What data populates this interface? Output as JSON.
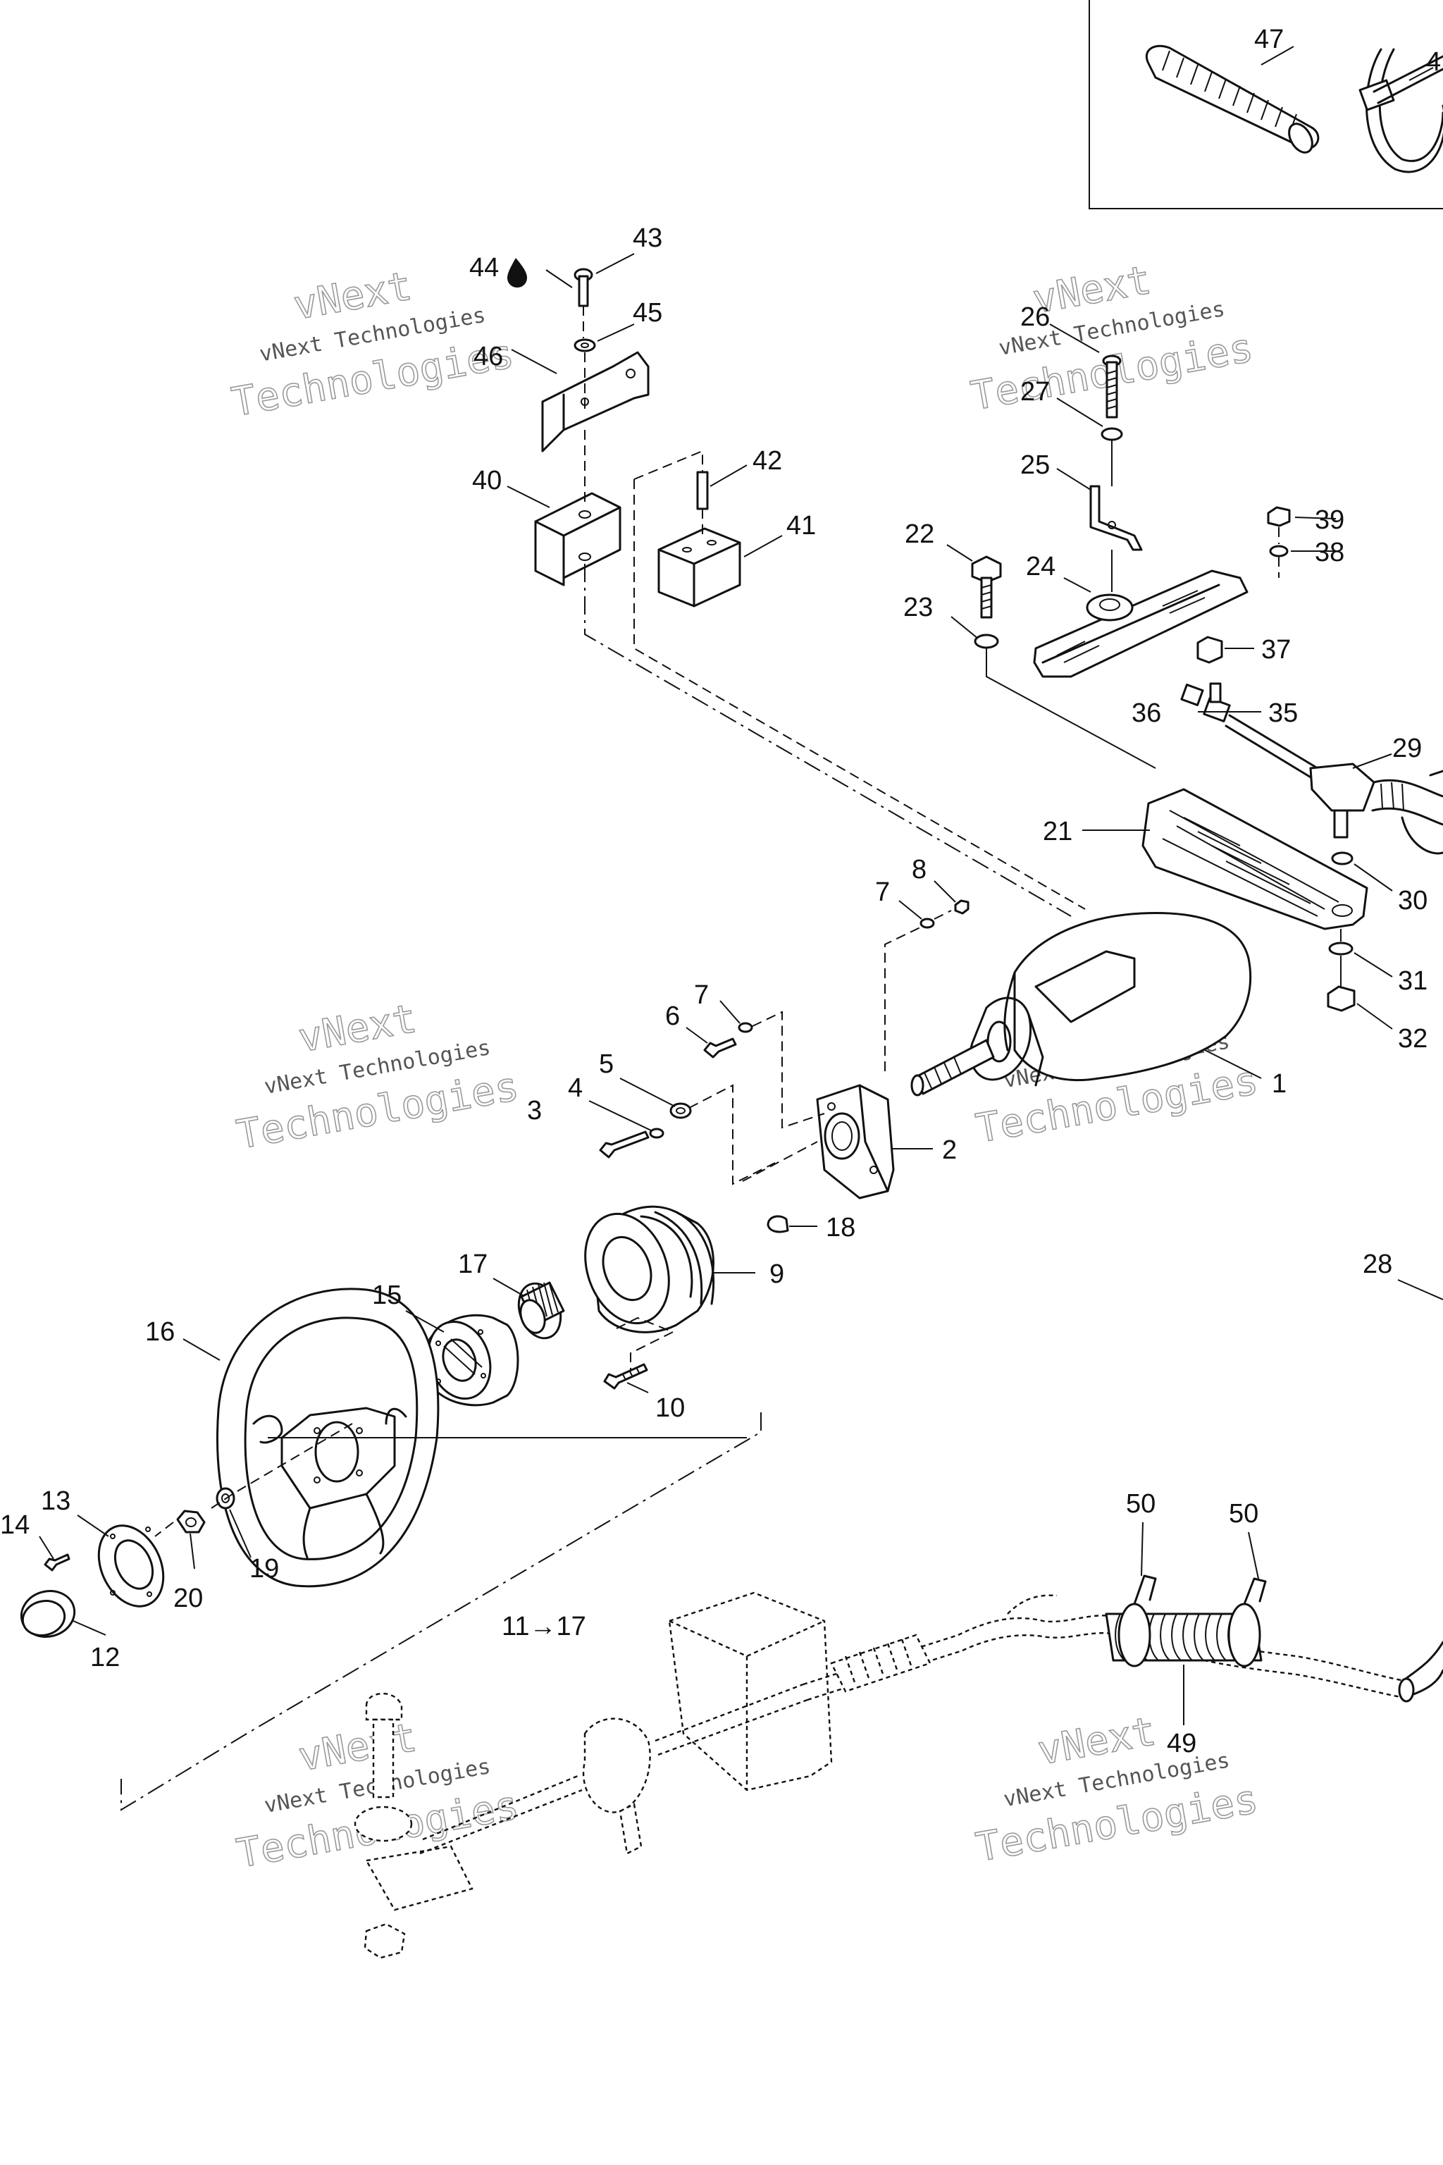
{
  "callouts": {
    "c1": "1",
    "c2": "2",
    "c3": "3",
    "c4": "4",
    "c5": "5",
    "c6": "6",
    "c7a": "7",
    "c7b": "7",
    "c8": "8",
    "c9": "9",
    "c10": "10",
    "c11_17": "11→17",
    "c12": "12",
    "c13": "13",
    "c14": "14",
    "c15": "15",
    "c16": "16",
    "c17": "17",
    "c18": "18",
    "c19": "19",
    "c20": "20",
    "c21": "21",
    "c22": "22",
    "c23": "23",
    "c24": "24",
    "c25": "25",
    "c26": "26",
    "c27": "27",
    "c28": "28",
    "c29": "29",
    "c30": "30",
    "c31": "31",
    "c32": "32",
    "c35": "35",
    "c36": "36",
    "c37": "37",
    "c38": "38",
    "c39": "39",
    "c40": "40",
    "c41": "41",
    "c42": "42",
    "c43": "43",
    "c44": "44",
    "c45": "45",
    "c46": "46",
    "c47": "47",
    "c48": "4",
    "c49": "49",
    "c50a": "50",
    "c50b": "50"
  },
  "watermark": {
    "line1": "vNext Technologies",
    "line2": "Technologies",
    "line3": "vNext"
  },
  "icons": {
    "drop": "sealant-drop-icon",
    "arrow": "range-arrow-icon"
  }
}
